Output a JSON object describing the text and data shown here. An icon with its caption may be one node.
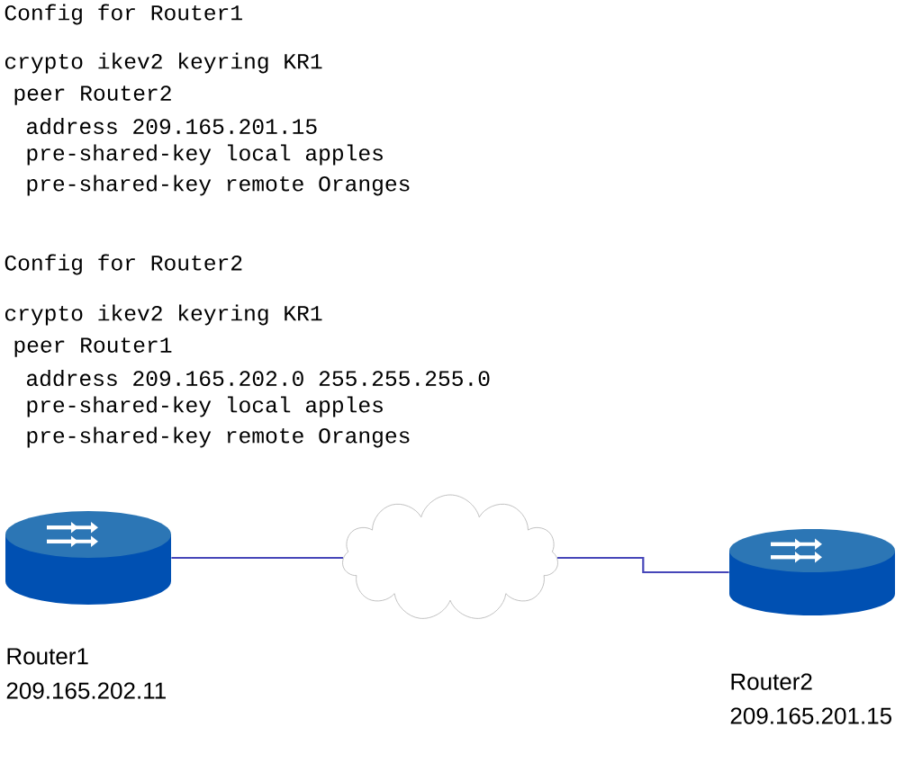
{
  "diagram": {
    "nodes": [
      {
        "text": [],
        "shape": "picture",
        "beside": [
          "Router1",
          "209.165.202.11"
        ]
      },
      {
        "text": [],
        "shape": "cloud"
      },
      {
        "text": [],
        "shape": "picture",
        "beside": [
          "Router2",
          "209.165.201.15"
        ]
      }
    ],
    "edges": [
      {
        "from": 0,
        "to": 1,
        "arrow": "none"
      },
      {
        "from": 1,
        "to": 2,
        "arrow": "none"
      }
    ],
    "labels": [
      "Config for Router1",
      "crypto ikev2 keyring KR1",
      "peer Router2",
      "address 209.165.201.15",
      "pre-shared-key local apples",
      "pre-shared-key remote Oranges",
      "Config for Router2",
      "crypto ikev2 keyring KR1",
      "peer Router1",
      "address 209.165.202.0 255.255.255.0",
      "pre-shared-key local apples",
      "pre-shared-key remote Oranges"
    ]
  }
}
